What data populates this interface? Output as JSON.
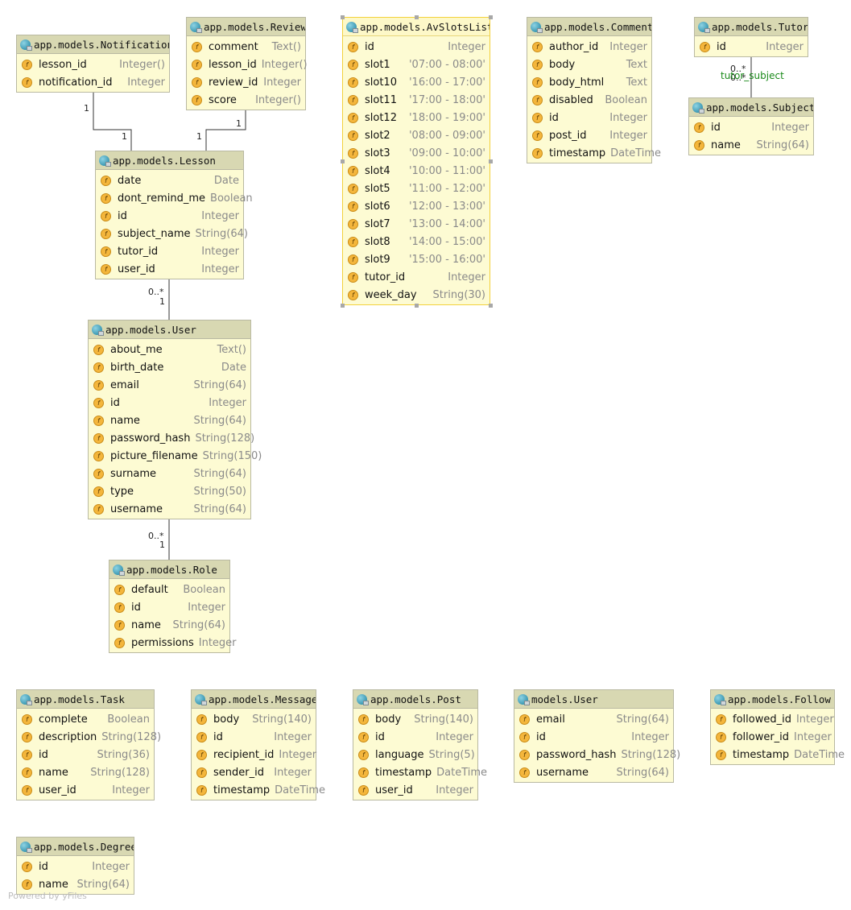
{
  "entities": [
    {
      "key": "notification",
      "title": "app.models.Notification",
      "fields": [
        [
          "lesson_id",
          "Integer()"
        ],
        [
          "notification_id",
          "Integer"
        ]
      ]
    },
    {
      "key": "review",
      "title": "app.models.Review",
      "fields": [
        [
          "comment",
          "Text()"
        ],
        [
          "lesson_id",
          "Integer()"
        ],
        [
          "review_id",
          "Integer"
        ],
        [
          "score",
          "Integer()"
        ]
      ]
    },
    {
      "key": "avslots",
      "title": "app.models.AvSlotsList",
      "selected": true,
      "fields": [
        [
          "id",
          "Integer"
        ],
        [
          "slot1",
          "'07:00 - 08:00'"
        ],
        [
          "slot10",
          "'16:00 - 17:00'"
        ],
        [
          "slot11",
          "'17:00 - 18:00'"
        ],
        [
          "slot12",
          "'18:00 - 19:00'"
        ],
        [
          "slot2",
          "'08:00 - 09:00'"
        ],
        [
          "slot3",
          "'09:00 - 10:00'"
        ],
        [
          "slot4",
          "'10:00 - 11:00'"
        ],
        [
          "slot5",
          "'11:00 - 12:00'"
        ],
        [
          "slot6",
          "'12:00 - 13:00'"
        ],
        [
          "slot7",
          "'13:00 - 14:00'"
        ],
        [
          "slot8",
          "'14:00 - 15:00'"
        ],
        [
          "slot9",
          "'15:00 - 16:00'"
        ],
        [
          "tutor_id",
          "Integer"
        ],
        [
          "week_day",
          "String(30)"
        ]
      ]
    },
    {
      "key": "comment",
      "title": "app.models.Comment",
      "fields": [
        [
          "author_id",
          "Integer"
        ],
        [
          "body",
          "Text"
        ],
        [
          "body_html",
          "Text"
        ],
        [
          "disabled",
          "Boolean"
        ],
        [
          "id",
          "Integer"
        ],
        [
          "post_id",
          "Integer"
        ],
        [
          "timestamp",
          "DateTime"
        ]
      ]
    },
    {
      "key": "tutor",
      "title": "app.models.Tutor",
      "fields": [
        [
          "id",
          "Integer"
        ]
      ]
    },
    {
      "key": "subject",
      "title": "app.models.Subject",
      "fields": [
        [
          "id",
          "Integer"
        ],
        [
          "name",
          "String(64)"
        ]
      ]
    },
    {
      "key": "lesson",
      "title": "app.models.Lesson",
      "fields": [
        [
          "date",
          "Date"
        ],
        [
          "dont_remind_me",
          "Boolean"
        ],
        [
          "id",
          "Integer"
        ],
        [
          "subject_name",
          "String(64)"
        ],
        [
          "tutor_id",
          "Integer"
        ],
        [
          "user_id",
          "Integer"
        ]
      ]
    },
    {
      "key": "user",
      "title": "app.models.User",
      "fields": [
        [
          "about_me",
          "Text()"
        ],
        [
          "birth_date",
          "Date"
        ],
        [
          "email",
          "String(64)"
        ],
        [
          "id",
          "Integer"
        ],
        [
          "name",
          "String(64)"
        ],
        [
          "password_hash",
          "String(128)"
        ],
        [
          "picture_filename",
          "String(150)"
        ],
        [
          "surname",
          "String(64)"
        ],
        [
          "type",
          "String(50)"
        ],
        [
          "username",
          "String(64)"
        ]
      ]
    },
    {
      "key": "role",
      "title": "app.models.Role",
      "fields": [
        [
          "default",
          "Boolean"
        ],
        [
          "id",
          "Integer"
        ],
        [
          "name",
          "String(64)"
        ],
        [
          "permissions",
          "Integer"
        ]
      ]
    },
    {
      "key": "task",
      "title": "app.models.Task",
      "fields": [
        [
          "complete",
          "Boolean"
        ],
        [
          "description",
          "String(128)"
        ],
        [
          "id",
          "String(36)"
        ],
        [
          "name",
          "String(128)"
        ],
        [
          "user_id",
          "Integer"
        ]
      ]
    },
    {
      "key": "message",
      "title": "app.models.Message",
      "fields": [
        [
          "body",
          "String(140)"
        ],
        [
          "id",
          "Integer"
        ],
        [
          "recipient_id",
          "Integer"
        ],
        [
          "sender_id",
          "Integer"
        ],
        [
          "timestamp",
          "DateTime"
        ]
      ]
    },
    {
      "key": "post",
      "title": "app.models.Post",
      "fields": [
        [
          "body",
          "String(140)"
        ],
        [
          "id",
          "Integer"
        ],
        [
          "language",
          "String(5)"
        ],
        [
          "timestamp",
          "DateTime"
        ],
        [
          "user_id",
          "Integer"
        ]
      ]
    },
    {
      "key": "muser",
      "title": "models.User",
      "fields": [
        [
          "email",
          "String(64)"
        ],
        [
          "id",
          "Integer"
        ],
        [
          "password_hash",
          "String(128)"
        ],
        [
          "username",
          "String(64)"
        ]
      ]
    },
    {
      "key": "follow",
      "title": "app.models.Follow",
      "fields": [
        [
          "followed_id",
          "Integer"
        ],
        [
          "follower_id",
          "Integer"
        ],
        [
          "timestamp",
          "DateTime"
        ]
      ]
    },
    {
      "key": "degree",
      "title": "app.models.Degree",
      "fields": [
        [
          "id",
          "Integer"
        ],
        [
          "name",
          "String(64)"
        ]
      ]
    }
  ],
  "relations": [
    {
      "from": "notification",
      "to": "lesson",
      "from_mult": "1",
      "to_mult": "1"
    },
    {
      "from": "review",
      "to": "lesson",
      "from_mult": "1",
      "to_mult": "1"
    },
    {
      "from": "lesson",
      "to": "user",
      "from_mult": "0..*",
      "to_mult": "1"
    },
    {
      "from": "user",
      "to": "role",
      "from_mult": "0..*",
      "to_mult": "1"
    },
    {
      "from": "tutor",
      "to": "subject",
      "from_mult": "0..*",
      "to_mult": "0..*",
      "label": "tutor_subject"
    }
  ],
  "field_badge": "f",
  "footer": "Powered by yFiles"
}
